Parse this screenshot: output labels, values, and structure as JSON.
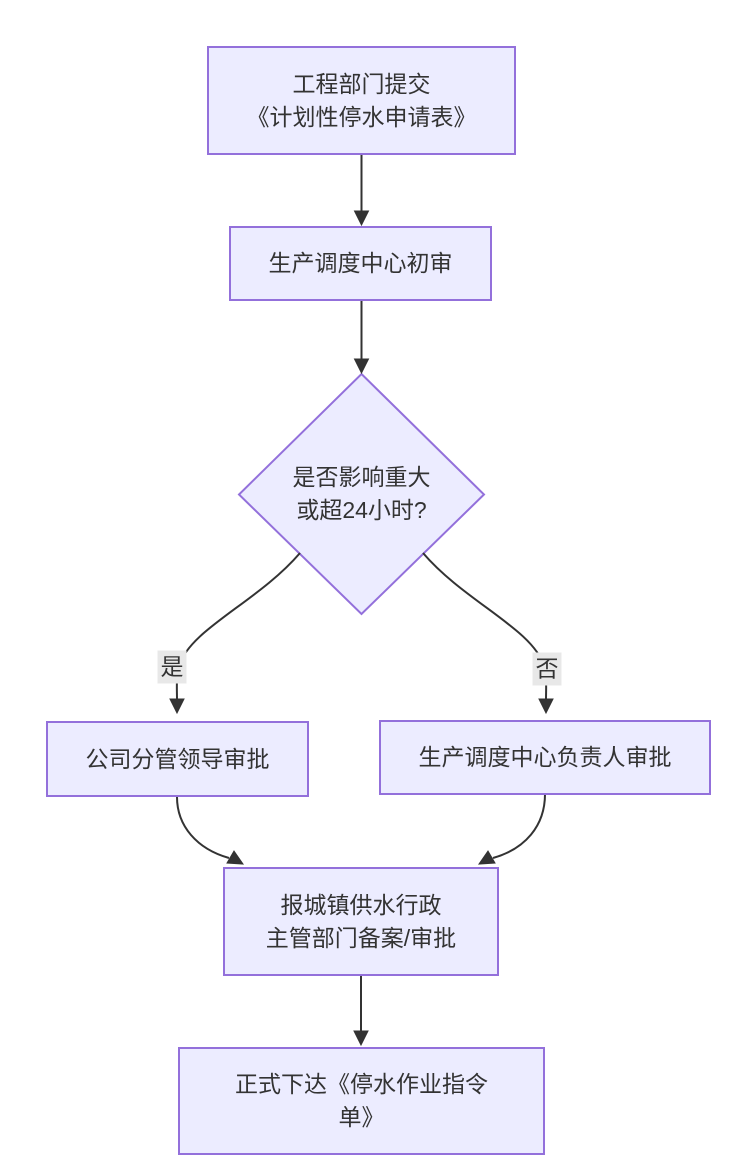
{
  "flowchart": {
    "nodes": {
      "submit": {
        "lines": [
          "工程部门提交",
          "《计划性停水申请表》"
        ]
      },
      "initial_review": {
        "lines": [
          "生产调度中心初审"
        ]
      },
      "decision": {
        "lines": [
          "是否影响重大",
          "或超24小时?"
        ]
      },
      "leader_approval": {
        "lines": [
          "公司分管领导审批"
        ]
      },
      "center_head_approval": {
        "lines": [
          "生产调度中心负责人审批"
        ]
      },
      "filing": {
        "lines": [
          "报城镇供水行政",
          "主管部门备案/审批"
        ]
      },
      "issue_order": {
        "lines": [
          "正式下达《停水作业指令",
          "单》"
        ]
      }
    },
    "edge_labels": {
      "yes": "是",
      "no": "否"
    },
    "colors": {
      "node_fill": "#ECECFF",
      "node_border": "#9370DB",
      "edge": "#333333",
      "text": "#333333",
      "edge_label_bg": "#e8e8e8",
      "background": "#ffffff"
    }
  }
}
